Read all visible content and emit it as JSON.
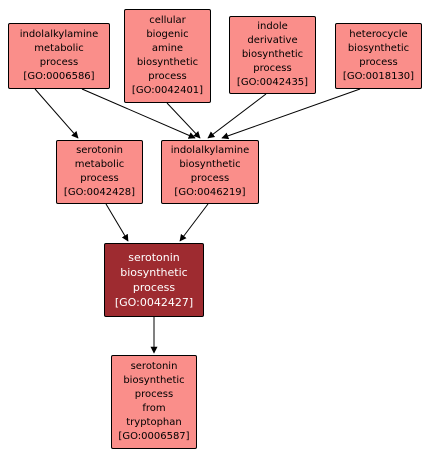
{
  "colors": {
    "node_fill": "#fa8e8a",
    "focus_fill": "#9e2b30",
    "focus_text": "#ffffff",
    "edge": "#000000",
    "background": "#ffffff"
  },
  "nodes": [
    {
      "id": "go0006586",
      "lines": [
        "indolalkylamine",
        "metabolic",
        "process",
        "[GO:0006586]"
      ]
    },
    {
      "id": "go0042401",
      "lines": [
        "cellular",
        "biogenic",
        "amine",
        "biosynthetic",
        "process",
        "[GO:0042401]"
      ]
    },
    {
      "id": "go0042435",
      "lines": [
        "indole",
        "derivative",
        "biosynthetic",
        "process",
        "[GO:0042435]"
      ]
    },
    {
      "id": "go0018130",
      "lines": [
        "heterocycle",
        "biosynthetic",
        "process",
        "[GO:0018130]"
      ]
    },
    {
      "id": "go0042428",
      "lines": [
        "serotonin",
        "metabolic",
        "process",
        "[GO:0042428]"
      ]
    },
    {
      "id": "go0046219",
      "lines": [
        "indolalkylamine",
        "biosynthetic",
        "process",
        "[GO:0046219]"
      ]
    },
    {
      "id": "go0042427",
      "lines": [
        "serotonin",
        "biosynthetic",
        "process",
        "[GO:0042427]"
      ],
      "focus": true
    },
    {
      "id": "go0006587",
      "lines": [
        "serotonin",
        "biosynthetic",
        "process",
        "from",
        "tryptophan",
        "[GO:0006587]"
      ]
    }
  ],
  "edges": [
    {
      "from": "go0006586",
      "to": "go0042428"
    },
    {
      "from": "go0006586",
      "to": "go0046219"
    },
    {
      "from": "go0042401",
      "to": "go0046219"
    },
    {
      "from": "go0042435",
      "to": "go0046219"
    },
    {
      "from": "go0018130",
      "to": "go0046219"
    },
    {
      "from": "go0042428",
      "to": "go0042427"
    },
    {
      "from": "go0046219",
      "to": "go0042427"
    },
    {
      "from": "go0042427",
      "to": "go0006587"
    }
  ]
}
